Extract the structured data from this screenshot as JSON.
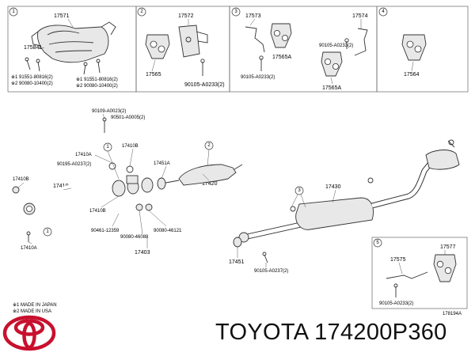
{
  "panels": {
    "p1": {
      "num": "1",
      "labels": [
        "17571",
        "17584B",
        "※1 91551-80816(2)",
        "※2 90080-10400(2)",
        "※1 91551-80816(2)",
        "※2 90080-10400(2)"
      ]
    },
    "p2": {
      "num": "2",
      "labels": [
        "17572",
        "17565",
        "90105-A0233(2)"
      ]
    },
    "p3": {
      "num": "3",
      "labels": [
        "17573",
        "17574",
        "90105-A0233(2)",
        "17565A",
        "90105-A0233(2)",
        "17565A"
      ]
    },
    "p4": {
      "num": "4",
      "labels": [
        "17564"
      ]
    },
    "p5": {
      "num": "5",
      "labels": [
        "17577",
        "17575",
        "90105-A0233(2)"
      ]
    }
  },
  "labels": {
    "b1": "90109-A0023(2)",
    "b2": "90501-A0005(2)",
    "c17410A": "17410A",
    "c17410B_top": "17410B",
    "c90195": "90195-A0237(2)",
    "c17451A": "17451A",
    "c17420": "17420",
    "c17410B_left": "17410B",
    "c17410": "17410",
    "c17410B_mid": "17410B",
    "c90461": "90461-12359",
    "c90080a": "90080-46121",
    "c90080b": "90080-46088",
    "c17403": "17403",
    "c17410A_bot": "17410A",
    "c17430": "17430",
    "c17451": "17451",
    "c90105": "90105-A0237(2)"
  },
  "callouts": {
    "c1": "1",
    "c2": "2",
    "c3": "3",
    "c5": "5"
  },
  "notes": {
    "n1": "※1 MADE IN JAPAN",
    "n2": "※2 MADE IN USA",
    "code": "178194A"
  },
  "brand": {
    "text": "TOYOTA 174200P360",
    "logo_color": "#c8102e"
  }
}
